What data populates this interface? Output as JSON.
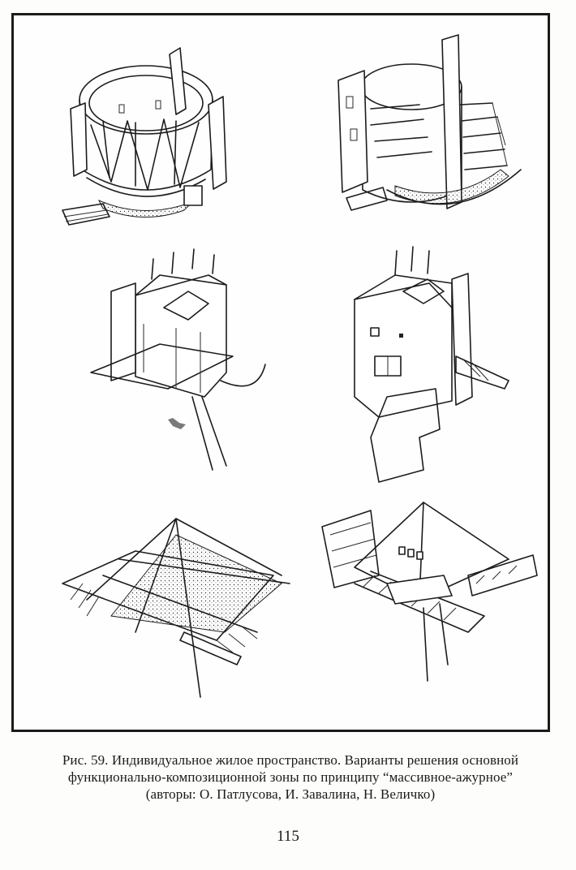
{
  "figure": {
    "caption_lines": [
      "Рис. 59.  Индивидуальное жилое пространство. Варианты решения основной",
      "функционально-композиционной зоны по принципу “массивное-ажурное”",
      "(авторы: О. Патлусова, И. Завалина, Н. Величко)"
    ]
  },
  "page_number": "115"
}
